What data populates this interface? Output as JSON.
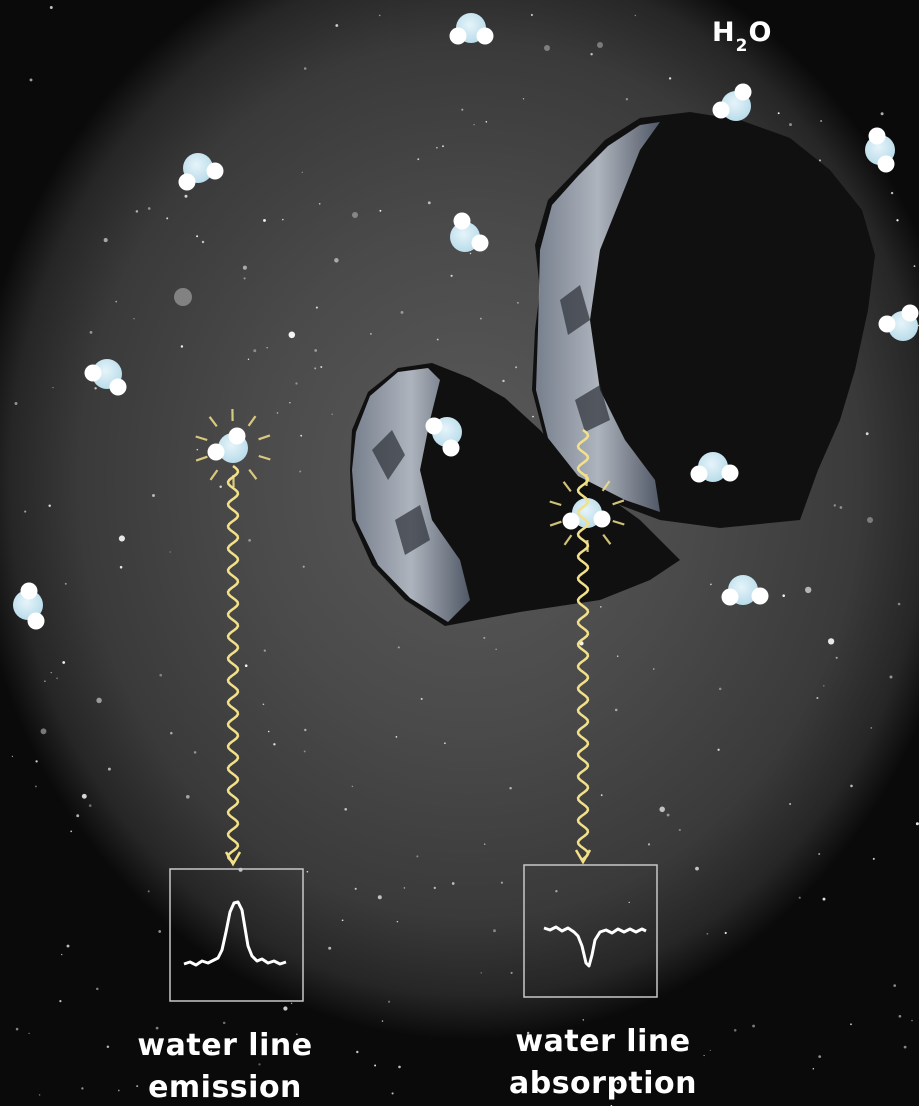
{
  "molecule_label": {
    "prefix": "H",
    "subscript": "2",
    "suffix": "O"
  },
  "panels": {
    "emission": {
      "label_line1": "water line",
      "label_line2": "emission"
    },
    "absorption": {
      "label_line1": "water line",
      "label_line2": "absorption"
    }
  },
  "colors": {
    "background": "#070707",
    "halo": "#4a4a4a",
    "comet": "#101010",
    "comet_lit": "#b8c2cf",
    "molecule_oxygen": "#cfe8f3",
    "molecule_hydrogen": "#ffffff",
    "signal_wave": "#f2e08a",
    "panel_border": "#c8c8c8",
    "text": "#ffffff"
  },
  "icons": [
    "water-molecule-icon",
    "glow-ray-icon",
    "wavy-signal-arrow",
    "spectrum-trace"
  ]
}
